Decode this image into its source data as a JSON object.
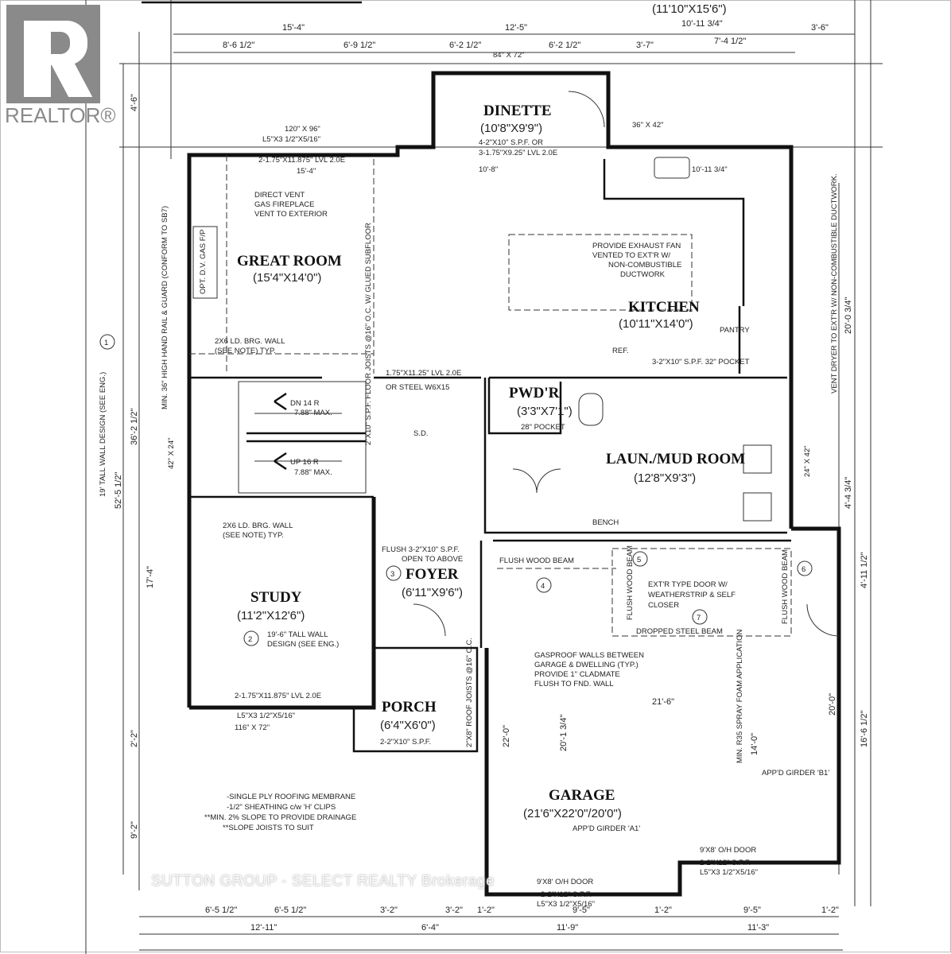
{
  "branding": {
    "logo_text": "REALTOR®",
    "watermark": "SUTTON GROUP - SELECT REALTY Brokerage"
  },
  "rooms": {
    "dinette": {
      "name": "DINETTE",
      "size": "(10'8\"X9'9\")"
    },
    "great_room": {
      "name": "GREAT ROOM",
      "size": "(15'4\"X14'0\")"
    },
    "kitchen": {
      "name": "KITCHEN",
      "size": "(10'11\"X14'0\")"
    },
    "pwdr": {
      "name": "PWD'R",
      "size": "(3'3\"X7'1\")"
    },
    "laundry": {
      "name": "LAUN./MUD ROOM",
      "size": "(12'8\"X9'3\")"
    },
    "study": {
      "name": "STUDY",
      "size": "(11'2\"X12'6\")"
    },
    "foyer": {
      "name": "FOYER",
      "size": "(6'11\"X9'6\")"
    },
    "porch": {
      "name": "PORCH",
      "size": "(6'4\"X6'0\")"
    },
    "garage": {
      "name": "GARAGE",
      "size": "(21'6\"X22'0\"/20'0\")"
    },
    "top_room": {
      "size": "(11'10\"X15'6\")"
    },
    "pantry": "PANTRY"
  },
  "top_dims": {
    "row1": [
      "15'-4\"",
      "12'-5\"",
      "10'-11 3/4\"",
      "3'-6\""
    ],
    "row2": [
      "8'-6 1/2\"",
      "6'-9 1/2\"",
      "6'-2 1/2\"",
      "6'-2 1/2\"",
      "3'-7\"",
      "7'-4 1/2\""
    ]
  },
  "bottom_dims": {
    "row1": [
      "6'-5 1/2\"",
      "6'-5 1/2\"",
      "3'-2\"",
      "3'-2\"",
      "1'-2\"",
      "9'-5\"",
      "1'-2\"",
      "9'-5\"",
      "1'-2\""
    ],
    "row2": [
      "12'-11\"",
      "6'-4\"",
      "11'-9\"",
      "11'-3\""
    ]
  },
  "left_dims": [
    "4'-6\"",
    "36'-2 1/2\"",
    "52'-5 1/2\"",
    "17'-4\"",
    "2'-2\"",
    "9'-2\""
  ],
  "right_dims": [
    "20'-0 3/4\"",
    "4'-4 3/4\"",
    "4'-11 1/2\"",
    "16'-6 1/2\""
  ],
  "notes": {
    "window_top": "120\" X 96\"",
    "lintel_top": "L5\"X3 1/2\"X5/16\"",
    "beam_top": "2-1.75\"X11.875\" LVL 2.0E",
    "dim_154": "15'-4\"",
    "fireplace": [
      "DIRECT VENT",
      "GAS FIREPLACE",
      "VENT TO EXTERIOR"
    ],
    "fireplace_label": "OPT. D.V. GAS F/P",
    "dinette_window": "84\" X 72\"",
    "dinette_beam": [
      "4-2\"X10\" S.P.F. OR",
      "3-1.75\"X9.25\" LVL 2.0E"
    ],
    "dinette_dim": "10'-8\"",
    "kitchen_window": "36\" X 42\"",
    "kitchen_dim": "10'-11 3/4\"",
    "exhaust": [
      "PROVIDE EXHAUST FAN",
      "VENTED TO EXT'R W/",
      "NON-COMBUSTIBLE",
      "DUCTWORK"
    ],
    "dryer": "VENT DRYER TO EXT'R W/ NON-COMBUSTIBLE DUCTWORK.",
    "ref": "REF.",
    "pocket_kitchen": "3-2\"X10\" S.P.F. 32\" POCKET",
    "pocket_pwdr": "28\" POCKET",
    "joists": "2\"X10\" S.P.F. FLOOR JOISTS @16\" O.C. W/ GLUED SUBFLOOR",
    "brg_wall": [
      "2X6 LD. BRG. WALL",
      "(SEE NOTE) TYP."
    ],
    "handrail": "MIN. 36\" HIGH HAND RAIL & GUARD (CONFORM TO SB7)",
    "tall_wall_1": "19' TALL WALL DESIGN (SEE ENG.)",
    "stair_dn": [
      "DN 14 R",
      "7.88\" MAX."
    ],
    "stair_up": [
      "UP 16 R",
      "7.88\" MAX."
    ],
    "steel": [
      "1.75\"X11.25\" LVL 2.0E",
      "OR STEEL W6X15"
    ],
    "sd": "S.D.",
    "window_side": "42\" X 24\"",
    "window_mud": "24\" X 42\"",
    "flush_foyer": [
      "FLUSH 3-2\"X10\" S.P.F.",
      "OPEN TO ABOVE"
    ],
    "tall_wall_2": [
      "19'-6\" TALL WALL",
      "DESIGN (SEE ENG.)"
    ],
    "beam_bottom": "2-1.75\"X11.875\" LVL 2.0E",
    "lintel_bottom": "L5\"X3 1/2\"X5/16\"",
    "window_study": "116\" X 72\"",
    "porch_beam": "2-2\"X10\" S.P.F.",
    "porch_roof": "2\"X8\" ROOF JOISTS @16\" O.C.",
    "roofing": [
      "-SINGLE PLY ROOFING MEMBRANE",
      "-1/2\" SHEATHING c/w 'H' CLIPS",
      "**MIN. 2% SLOPE TO PROVIDE DRAINAGE",
      "**SLOPE JOISTS TO SUIT"
    ],
    "flush_beam": "FLUSH WOOD BEAM",
    "ext_door": [
      "EXT'R TYPE DOOR W/",
      "WEATHERSTRIP & SELF",
      "CLOSER"
    ],
    "dropped_beam": "DROPPED STEEL BEAM",
    "gasproof": [
      "GASPROOF WALLS BETWEEN",
      "GARAGE & DWELLING (TYP.)",
      "PROVIDE 1\" CLADMATE",
      "FLUSH TO FND. WALL"
    ],
    "bench": "BENCH",
    "garage_door": "9'X8' O/H DOOR",
    "garage_door2": "9'X8' O/H DOOR",
    "garage_beam": [
      "2-2\"X12\" S.P.F.",
      "L5\"X3 1/2\"X5/16\""
    ],
    "garage_beam2": [
      "2-2\"X12\" S.P.F.",
      "L5\"X3 1/2\"X5/16\""
    ],
    "girder_a1": "APP'D GIRDER 'A1'",
    "girder_b1": "APP'D GIRDER 'B1'",
    "garage_dims": [
      "21'-6\"",
      "22'-0\"",
      "20'-1 3/4\"",
      "14'-0\"",
      "20'-0\""
    ],
    "spray_foam": "MIN. R35 SPRAY FOAM APPLICATION"
  },
  "markers": [
    "1",
    "2",
    "3",
    "4",
    "5",
    "6",
    "7"
  ]
}
